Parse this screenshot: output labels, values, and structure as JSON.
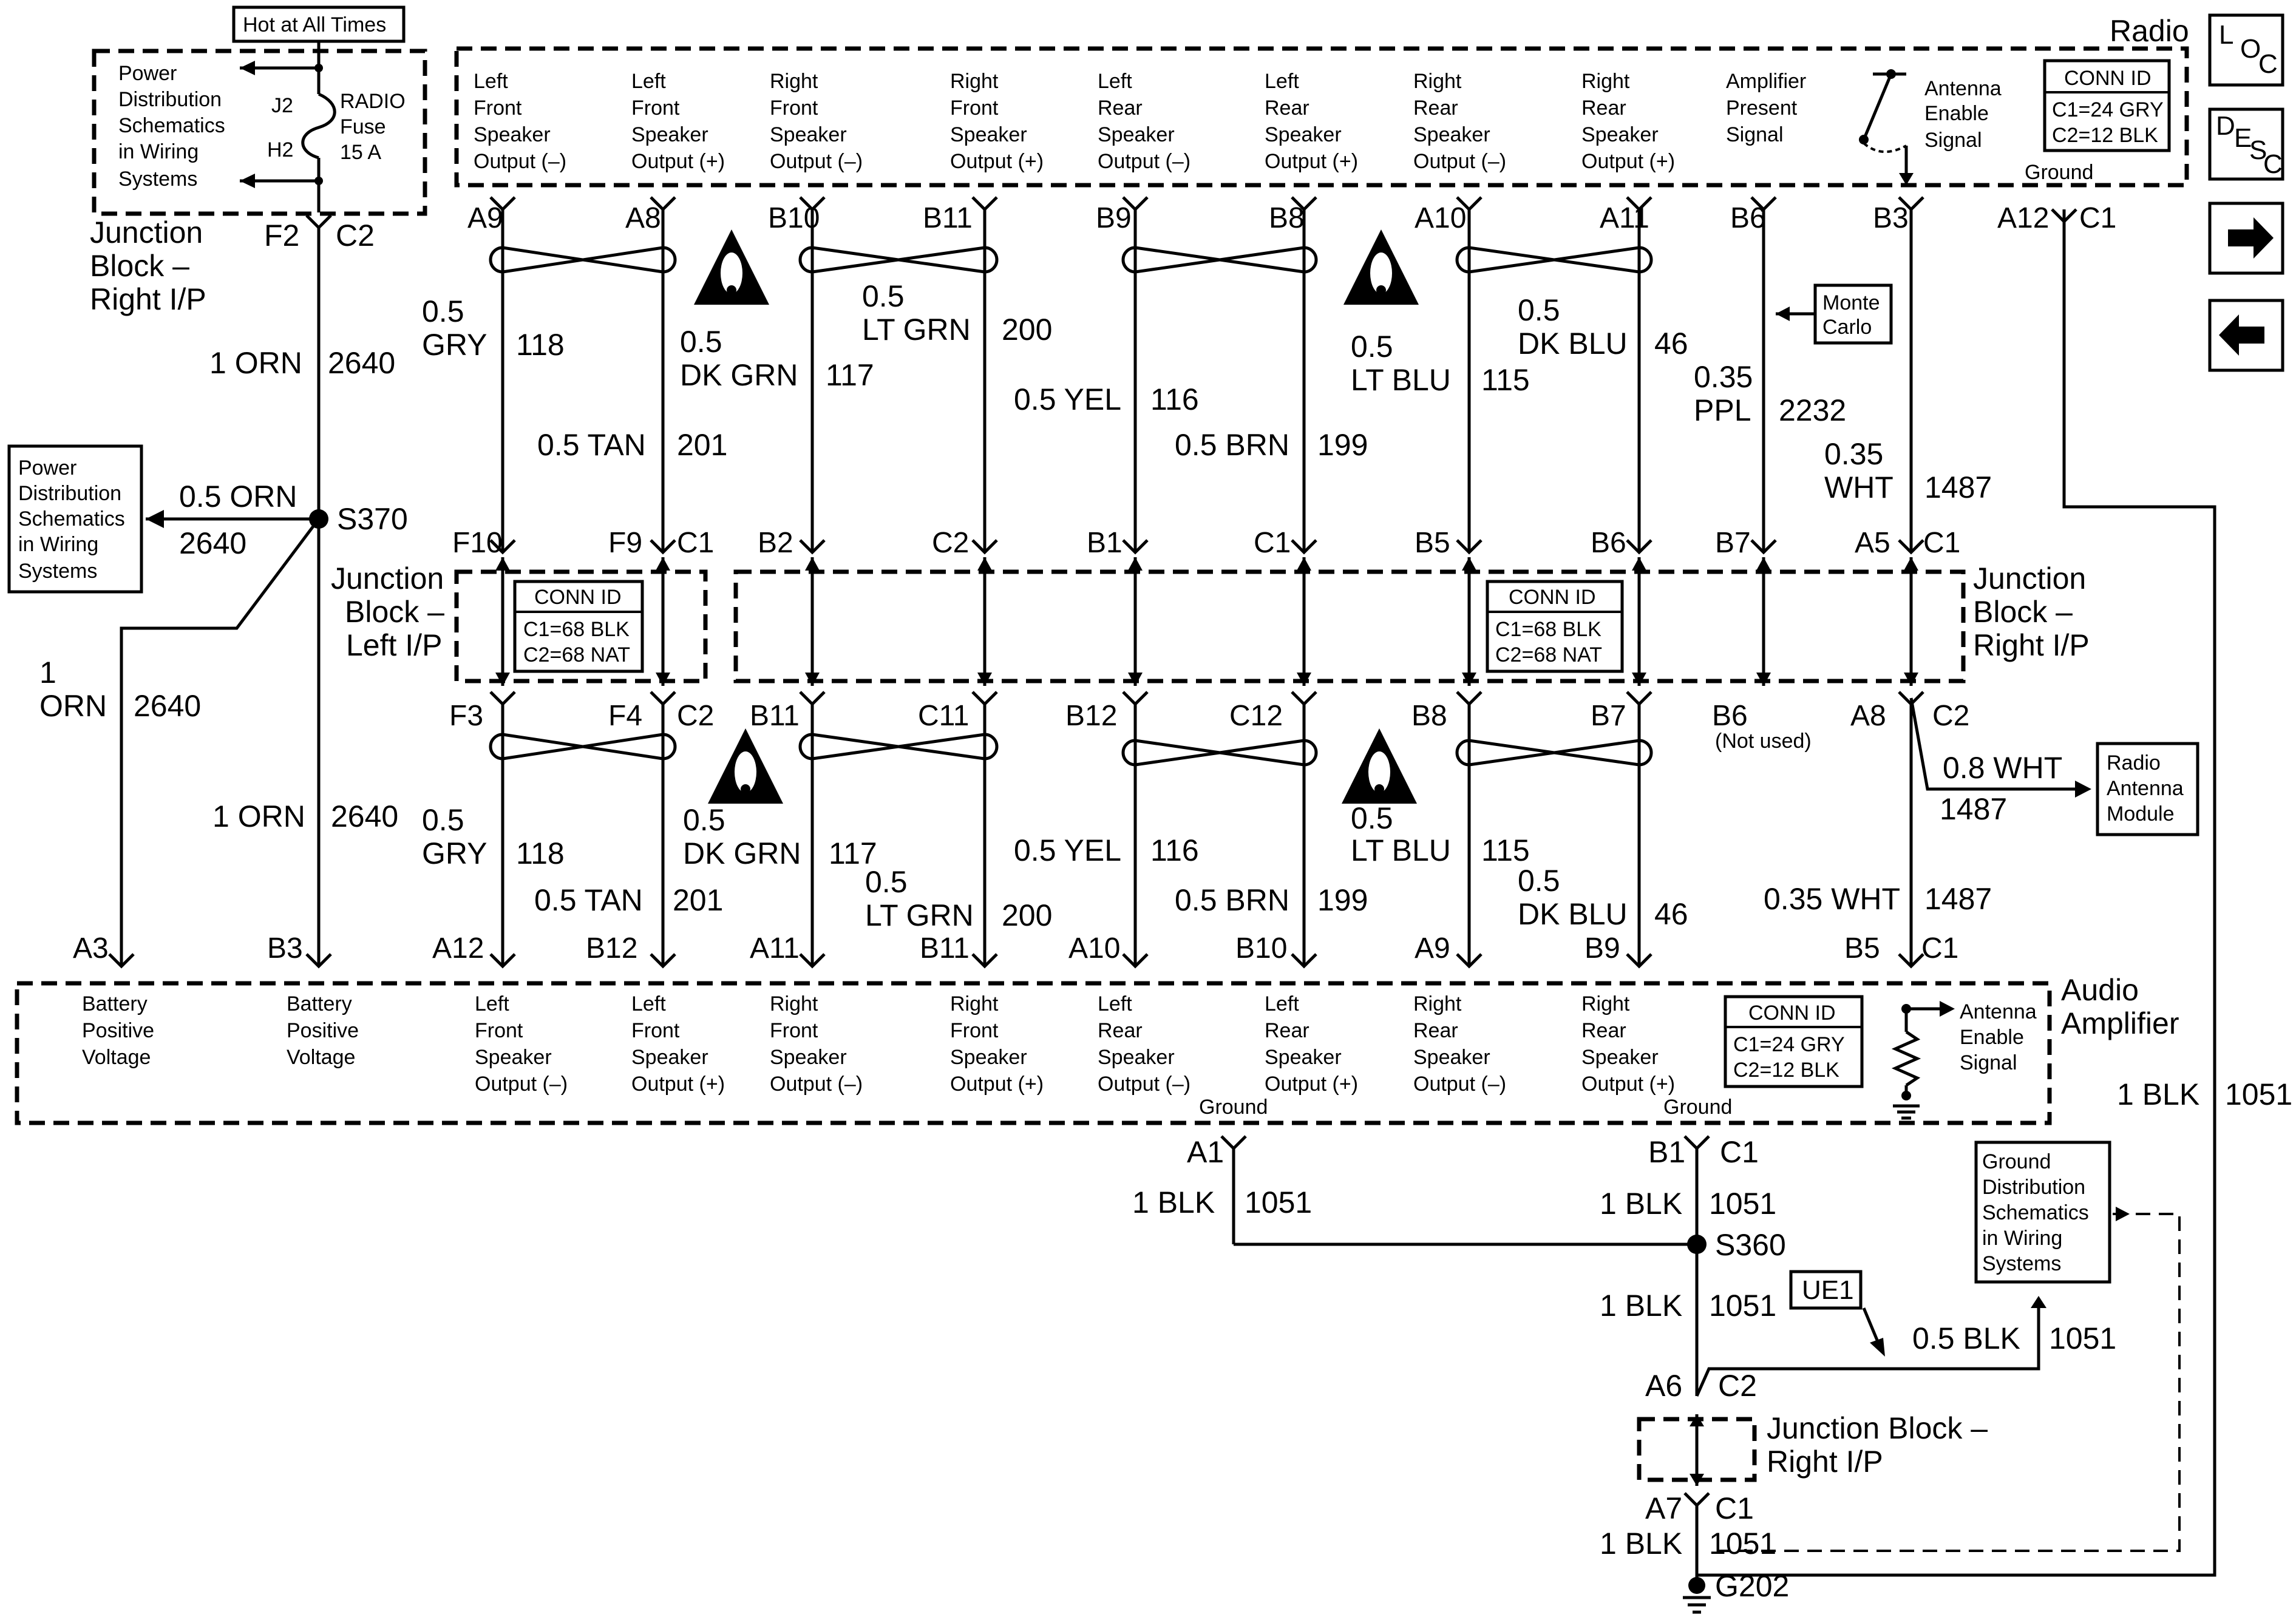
{
  "header": {
    "hot_label": "Hot at All Times",
    "radio_title": "Radio",
    "audio_amp_title": [
      "Audio",
      "Amplifier"
    ]
  },
  "nav": {
    "loc": [
      "L",
      "O",
      "C"
    ],
    "desc": [
      "D",
      "E",
      "S",
      "C"
    ],
    "next_icon": "arrow-right-icon",
    "prev_icon": "arrow-left-icon"
  },
  "fuse_block": {
    "left_text": [
      "Power",
      "Distribution",
      "Schematics",
      "in Wiring",
      "Systems"
    ],
    "j2": "J2",
    "h2": "H2",
    "fuse": [
      "RADIO",
      "Fuse",
      "15 A"
    ],
    "junction": [
      "Junction",
      "Block –",
      "Right I/P"
    ],
    "f2": "F2",
    "c2": "C2"
  },
  "power_dist_box": [
    "Power",
    "Distribution",
    "Schematics",
    "in Wiring",
    "Systems"
  ],
  "splice_s370": {
    "name": "S370",
    "wire_top": [
      "1 ORN",
      "2640"
    ],
    "wire_left": [
      "0.5 ORN",
      "2640"
    ],
    "wire_branch": [
      "1",
      "ORN",
      "2640"
    ],
    "wire_down": [
      "1 ORN",
      "2640"
    ]
  },
  "radio": {
    "labels": [
      [
        "Left",
        "Front",
        "Speaker",
        "Output (–)"
      ],
      [
        "Left",
        "Front",
        "Speaker",
        "Output (+)"
      ],
      [
        "Right",
        "Front",
        "Speaker",
        "Output (–)"
      ],
      [
        "Right",
        "Front",
        "Speaker",
        "Output (+)"
      ],
      [
        "Left",
        "Rear",
        "Speaker",
        "Output (–)"
      ],
      [
        "Left",
        "Rear",
        "Speaker",
        "Output (+)"
      ],
      [
        "Right",
        "Rear",
        "Speaker",
        "Output (–)"
      ],
      [
        "Right",
        "Rear",
        "Speaker",
        "Output (+)"
      ],
      [
        "Amplifier",
        "Present",
        "Signal"
      ]
    ],
    "antenna": [
      "Antenna",
      "Enable",
      "Signal"
    ],
    "ground": "Ground",
    "conn": [
      "CONN ID",
      "C1=24 GRY",
      "C2=12 BLK"
    ],
    "pins": [
      "A9",
      "A8",
      "B10",
      "B11",
      "B9",
      "B8",
      "A10",
      "A11",
      "B6",
      "B3",
      "A12",
      "C1"
    ]
  },
  "upper_wires": {
    "w1": [
      "0.5",
      "GRY",
      "118"
    ],
    "w2": [
      "0.5 TAN",
      "201"
    ],
    "w3": [
      "0.5",
      "DK GRN",
      "117"
    ],
    "w4": [
      "0.5",
      "LT GRN",
      "200"
    ],
    "w5": [
      "0.5 YEL",
      "116"
    ],
    "w6": [
      "0.5 BRN",
      "199"
    ],
    "w7": [
      "0.5",
      "LT BLU",
      "115"
    ],
    "w8": [
      "0.5",
      "DK BLU",
      "46"
    ],
    "w9": [
      "0.35",
      "PPL",
      "2232"
    ],
    "w10": [
      "0.35",
      "WHT",
      "1487"
    ],
    "monte_carlo": [
      "Monte",
      "Carlo"
    ]
  },
  "jb_upper_pins": [
    "F10",
    "F9",
    "C1",
    "B2",
    "C2",
    "B1",
    "C1",
    "B5",
    "B6",
    "B7",
    "A5",
    "C1"
  ],
  "jb_left": {
    "name": [
      "Junction",
      "Block –",
      "Left I/P"
    ],
    "conn": [
      "CONN ID",
      "C1=68 BLK",
      "C2=68 NAT"
    ]
  },
  "jb_right": {
    "name": [
      "Junction",
      "Block –",
      "Right I/P"
    ],
    "conn": [
      "CONN ID",
      "C1=68 BLK",
      "C2=68 NAT"
    ]
  },
  "jb_lower_pins": [
    "F3",
    "F4",
    "C2",
    "B11",
    "C11",
    "B12",
    "C12",
    "B8",
    "B7",
    "B6",
    "A8",
    "C2"
  ],
  "not_used": "(Not used)",
  "antenna_module": {
    "wire": [
      "0.8 WHT",
      "1487"
    ],
    "box": [
      "Radio",
      "Antenna",
      "Module"
    ]
  },
  "lower_wires": {
    "w1": [
      "0.5",
      "GRY",
      "118"
    ],
    "w2": [
      "0.5 TAN",
      "201"
    ],
    "w3": [
      "0.5",
      "DK GRN",
      "117"
    ],
    "w4": [
      "0.5",
      "LT GRN",
      "200"
    ],
    "w5": [
      "0.5 YEL",
      "116"
    ],
    "w6": [
      "0.5 BRN",
      "199"
    ],
    "w7": [
      "0.5",
      "LT BLU",
      "115"
    ],
    "w8": [
      "0.5",
      "DK BLU",
      "46"
    ],
    "w10": [
      "0.35 WHT",
      "1487"
    ]
  },
  "amp": {
    "pins": [
      "A3",
      "B3",
      "A12",
      "B12",
      "A11",
      "B11",
      "A10",
      "B10",
      "A9",
      "B9",
      "B5",
      "C1"
    ],
    "labels": [
      [
        "Battery",
        "Positive",
        "Voltage"
      ],
      [
        "Battery",
        "Positive",
        "Voltage"
      ],
      [
        "Left",
        "Front",
        "Speaker",
        "Output (–)"
      ],
      [
        "Left",
        "Front",
        "Speaker",
        "Output (+)"
      ],
      [
        "Right",
        "Front",
        "Speaker",
        "Output (–)"
      ],
      [
        "Right",
        "Front",
        "Speaker",
        "Output (+)"
      ],
      [
        "Left",
        "Rear",
        "Speaker",
        "Output (–)"
      ],
      [
        "Left",
        "Rear",
        "Speaker",
        "Output (+)"
      ],
      [
        "Right",
        "Rear",
        "Speaker",
        "Output (–)"
      ],
      [
        "Right",
        "Rear",
        "Speaker",
        "Output (+)"
      ]
    ],
    "conn": [
      "CONN ID",
      "C1=24 GRY",
      "C2=12 BLK"
    ],
    "antenna": [
      "Antenna",
      "Enable",
      "Signal"
    ],
    "ground1": "Ground",
    "ground2": "Ground"
  },
  "ground_section": {
    "a1": "A1",
    "b1": "B1",
    "c1": "C1",
    "w_a1": [
      "1 BLK",
      "1051"
    ],
    "w_b1": [
      "1 BLK",
      "1051"
    ],
    "s360": "S360",
    "w_s360": [
      "1 BLK",
      "1051"
    ],
    "ue1": "UE1",
    "w_ue1": [
      "0.5 BLK",
      "1051"
    ],
    "a6": "A6",
    "c2": "C2",
    "jb": [
      "Junction Block –",
      "Right I/P"
    ],
    "a7": "A7",
    "c1b": "C1",
    "w_g": [
      "1 BLK",
      "1051"
    ],
    "g202": "G202",
    "right_wire": [
      "1 BLK",
      "1051"
    ],
    "ground_dist": [
      "Ground",
      "Distribution",
      "Schematics",
      "in Wiring",
      "Systems"
    ]
  }
}
